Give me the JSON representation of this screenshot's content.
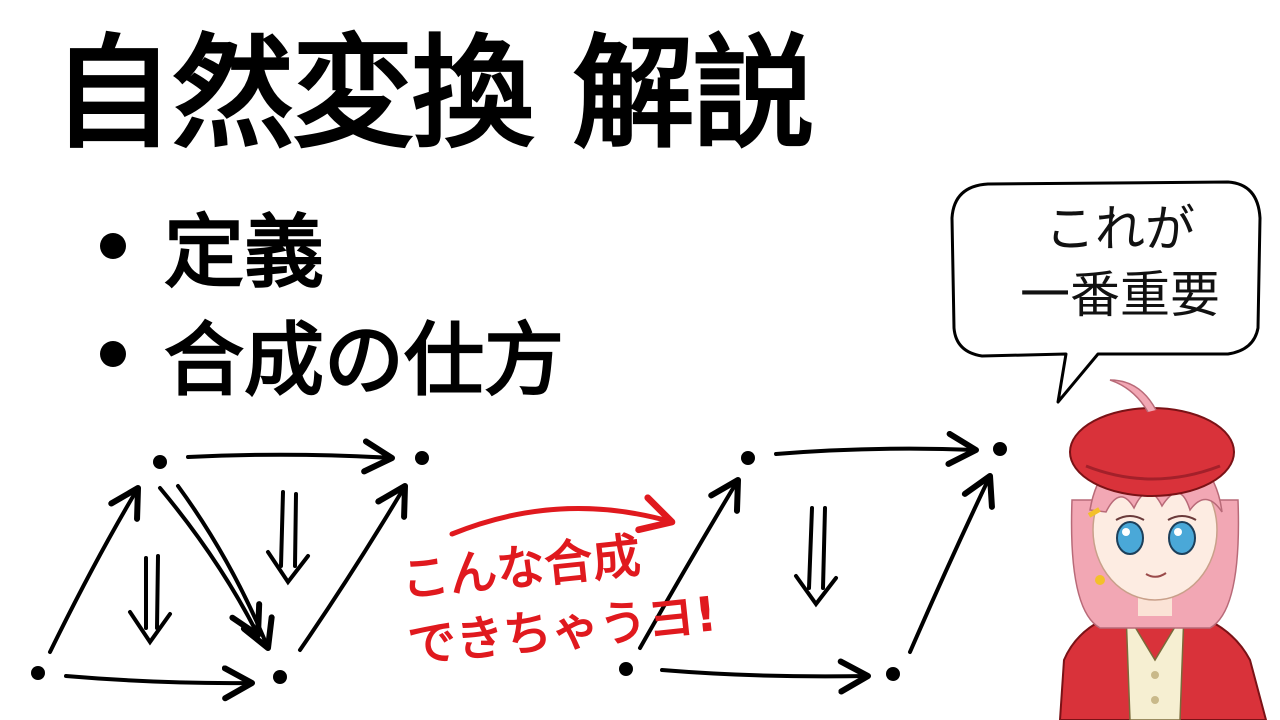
{
  "title": "自然変換 解説",
  "bullets": [
    "定義",
    "合成の仕方"
  ],
  "speech_bubble": {
    "line1": "これが",
    "line2": "一番重要"
  },
  "annotation": {
    "line1": "こんな合成",
    "line2": "できちゃうヨ!"
  },
  "colors": {
    "annotation": "#e0191e",
    "ink": "#000000",
    "hair": "#f2a7b4",
    "beret": "#d9323a"
  }
}
